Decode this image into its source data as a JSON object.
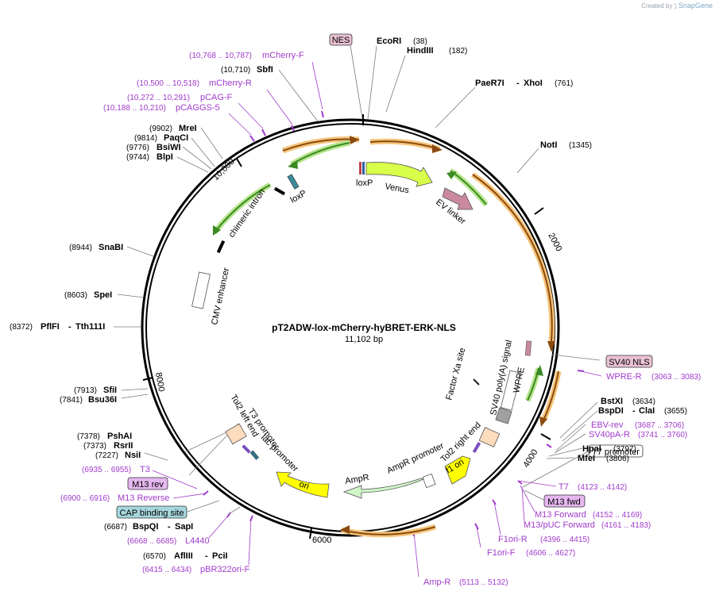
{
  "credit": {
    "text": "Created by",
    "brand": "SnapGene"
  },
  "plasmid": {
    "name": "pT2ADW-lox-mCherry-hyBRET-ERK-NLS",
    "length_label": "11,102 bp"
  },
  "ticks": [
    "2000",
    "4000",
    "6000",
    "8000",
    "10,000"
  ],
  "enzymes": [
    {
      "name": "EcoRI",
      "pos": "(38)"
    },
    {
      "name": "HindIII",
      "pos": "(182)"
    },
    {
      "name": "PaeR7I",
      "name2": "XhoI",
      "pos": "(761)"
    },
    {
      "name": "NotI",
      "pos": "(1345)"
    },
    {
      "name": "BstXI",
      "pos": "(3634)"
    },
    {
      "name": "BspDI",
      "name2": "ClaI",
      "pos": "(3655)"
    },
    {
      "name": "HpaI",
      "pos": "(3797)"
    },
    {
      "name": "MfeI",
      "pos": "(3806)"
    },
    {
      "name": "AflIII",
      "name2": "PciI",
      "pos": "(6570)"
    },
    {
      "name": "BspQI",
      "name2": "SapI",
      "pos": "(6687)"
    },
    {
      "name": "NsiI",
      "pos": "(7227)"
    },
    {
      "name": "RsrII",
      "pos": "(7373)"
    },
    {
      "name": "PshAI",
      "pos": "(7378)"
    },
    {
      "name": "Bsu36I",
      "pos": "(7841)"
    },
    {
      "name": "SfiI",
      "pos": "(7913)"
    },
    {
      "name": "PflFI",
      "name2": "Tth111I",
      "pos": "(8372)"
    },
    {
      "name": "SpeI",
      "pos": "(8603)"
    },
    {
      "name": "SnaBI",
      "pos": "(8944)"
    },
    {
      "name": "BlpI",
      "pos": "(9744)"
    },
    {
      "name": "BsiWI",
      "pos": "(9776)"
    },
    {
      "name": "PaqCI",
      "pos": "(9814)"
    },
    {
      "name": "MreI",
      "pos": "(9902)"
    },
    {
      "name": "SbfI",
      "pos": "(10,710)"
    }
  ],
  "primers": [
    {
      "name": "mCherry-F",
      "pos": "(10,768 .. 10,787)"
    },
    {
      "name": "mCherry-R",
      "pos": "(10,500 .. 10,518)"
    },
    {
      "name": "pCAG-F",
      "pos": "(10,272 .. 10,291)"
    },
    {
      "name": "pCAGGS-5",
      "pos": "(10,188 .. 10,210)"
    },
    {
      "name": "WPRE-R",
      "pos": "(3063 .. 3083)"
    },
    {
      "name": "EBV-rev",
      "pos": "(3687 .. 3706)"
    },
    {
      "name": "SV40pA-R",
      "pos": "(3741 .. 3760)"
    },
    {
      "name": "T7",
      "pos": "(4123 .. 4142)"
    },
    {
      "name": "M13 Forward",
      "pos": "(4152 .. 4169)"
    },
    {
      "name": "M13/pUC Forward",
      "pos": "(4161 .. 4183)"
    },
    {
      "name": "F1ori-R",
      "pos": "(4396 .. 4415)"
    },
    {
      "name": "F1ori-F",
      "pos": "(4606 .. 4627)"
    },
    {
      "name": "Amp-R",
      "pos": "(5113 .. 5132)"
    },
    {
      "name": "pBR322ori-F",
      "pos": "(6415 .. 6434)"
    },
    {
      "name": "L4440",
      "pos": "(6668 .. 6685)"
    },
    {
      "name": "M13 Reverse",
      "pos": "(6900 .. 6916)"
    },
    {
      "name": "T3",
      "pos": "(6935 .. 6955)"
    }
  ],
  "boxed_features": [
    {
      "name": "NES"
    },
    {
      "name": "SV40 NLS"
    },
    {
      "name": "T7 promoter"
    },
    {
      "name": "M13 fwd"
    },
    {
      "name": "M13 rev"
    },
    {
      "name": "CAP binding site"
    }
  ],
  "inner_features": [
    "loxP",
    "Venus",
    "EV linker",
    "WPRE",
    "SV40 poly(A) signal",
    "Factor Xa site",
    "f1 ori",
    "Tol2 right end",
    "AmpR promoter",
    "AmpR",
    "ori",
    "lac promoter",
    "T3 promoter",
    "Tol2 left end",
    "CMV enhancer",
    "chimeric intron",
    "loxP"
  ],
  "colors": {
    "backbone": "#000000",
    "primer": "#a03acb",
    "orange_glow": "#f5c57a",
    "orange_arrow": "#c46a16",
    "green_glow": "#b6e48a",
    "green_arrow": "#3a8a24",
    "venus": "#d8ff4a",
    "ev_linker": "#c98aa0",
    "ori": "#ffff00",
    "ampr": "#cff5c8",
    "tol2": "#fddcbd",
    "nes_box": "#e8c1d2",
    "m13_box": "#e6b7f0",
    "cap_box": "#a6d7dc"
  }
}
